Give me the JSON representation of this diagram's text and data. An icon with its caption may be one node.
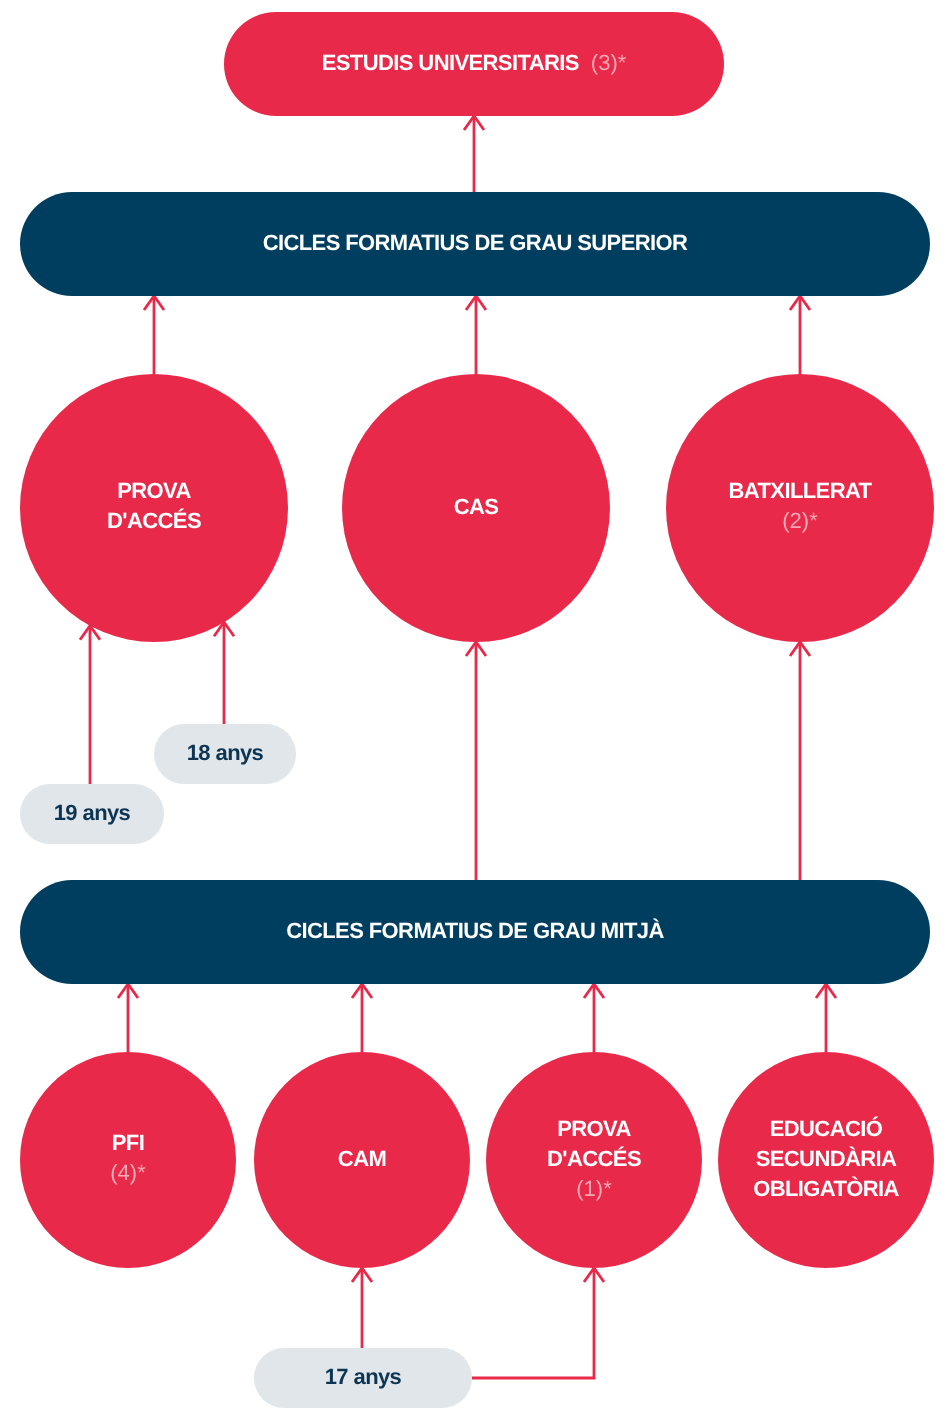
{
  "diagram": {
    "nodes": [
      {
        "text": [
          "ESTUDIS UNIVERSITARIS",
          "(3)*"
        ]
      },
      {
        "text": [
          "CICLES FORMATIUS DE GRAU SUPERIOR"
        ]
      },
      {
        "text": [
          "PROVA D'ACCÉS"
        ]
      },
      {
        "text": [
          "CAS"
        ]
      },
      {
        "text": [
          "BATXILLERAT",
          "(2)*"
        ]
      },
      {
        "text": [
          "18 anys"
        ]
      },
      {
        "text": [
          "19 anys"
        ]
      },
      {
        "text": [
          "CICLES FORMATIUS DE GRAU MITJÀ"
        ]
      },
      {
        "text": [
          "PFI",
          "(4)*"
        ]
      },
      {
        "text": [
          "CAM"
        ]
      },
      {
        "text": [
          "PROVA D'ACCÉS",
          "(1)*"
        ]
      },
      {
        "text": [
          "EDUCACIÓ SECUNDÀRIA OBLIGATÒRIA"
        ]
      },
      {
        "text": [
          "17 anys"
        ]
      }
    ],
    "edges": [
      {
        "from": 1,
        "to": 0,
        "arrow": "to"
      },
      {
        "from": 2,
        "to": 1,
        "arrow": "to"
      },
      {
        "from": 3,
        "to": 1,
        "arrow": "to"
      },
      {
        "from": 4,
        "to": 1,
        "arrow": "to"
      },
      {
        "from": 6,
        "to": 2,
        "arrow": "to"
      },
      {
        "from": 5,
        "to": 2,
        "arrow": "to"
      },
      {
        "from": 7,
        "to": 3,
        "arrow": "to"
      },
      {
        "from": 7,
        "to": 4,
        "arrow": "to"
      },
      {
        "from": 8,
        "to": 7,
        "arrow": "to"
      },
      {
        "from": 9,
        "to": 7,
        "arrow": "to"
      },
      {
        "from": 10,
        "to": 7,
        "arrow": "to"
      },
      {
        "from": 11,
        "to": 7,
        "arrow": "to"
      },
      {
        "from": 12,
        "to": 9,
        "arrow": "to"
      },
      {
        "from": 12,
        "to": 10,
        "arrow": "to"
      }
    ]
  }
}
